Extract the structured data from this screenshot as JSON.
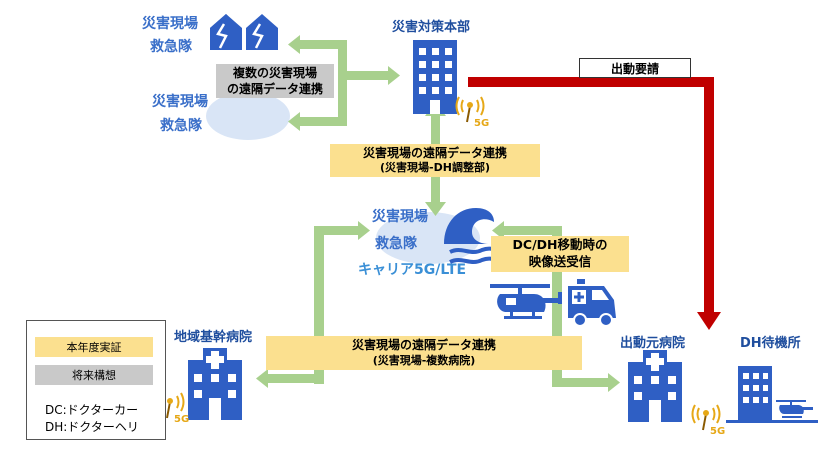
{
  "sites": {
    "site1": {
      "line1": "災害現場",
      "line2": "救急隊"
    },
    "site2": {
      "line1": "災害現場",
      "line2": "救急隊"
    },
    "site3": {
      "line1": "災害現場",
      "line2": "救急隊"
    }
  },
  "hq": {
    "label": "災害対策本部"
  },
  "dispatch": {
    "label": "出動要請"
  },
  "boxes": {
    "future_link": {
      "line1": "複数の災害現場",
      "line2": "の遠隔データ連携"
    },
    "hq_link": {
      "line1": "災害現場の遠隔データ連携",
      "line2": "(災害現場-DH調整部)"
    },
    "video": {
      "line1": "DC/DH移動時の",
      "line2": "映像送受信"
    },
    "hospital_link": {
      "line1": "災害現場の遠隔データ連携",
      "line2": "(災害現場-複数病院)"
    }
  },
  "carrier": {
    "label": "キャリア5G/LTE"
  },
  "facilities": {
    "regional_hospital": "地域基幹病院",
    "origin_hospital": "出動元病院",
    "dh_standby": "DH待機所"
  },
  "badges": {
    "fiveg": "5G"
  },
  "legend": {
    "current": "本年度実証",
    "future": "将来構想",
    "dc_note": "DC:ドクターカー",
    "dh_note": "DH:ドクターヘリ"
  },
  "colors": {
    "arrow_green": "#a8d08d",
    "dispatch_red": "#c00000",
    "icon_blue": "#2f5fc4",
    "text_blue": "#3a6fc9",
    "highlight_yellow": "#fbe08f",
    "future_gray": "#c9c9c9"
  }
}
